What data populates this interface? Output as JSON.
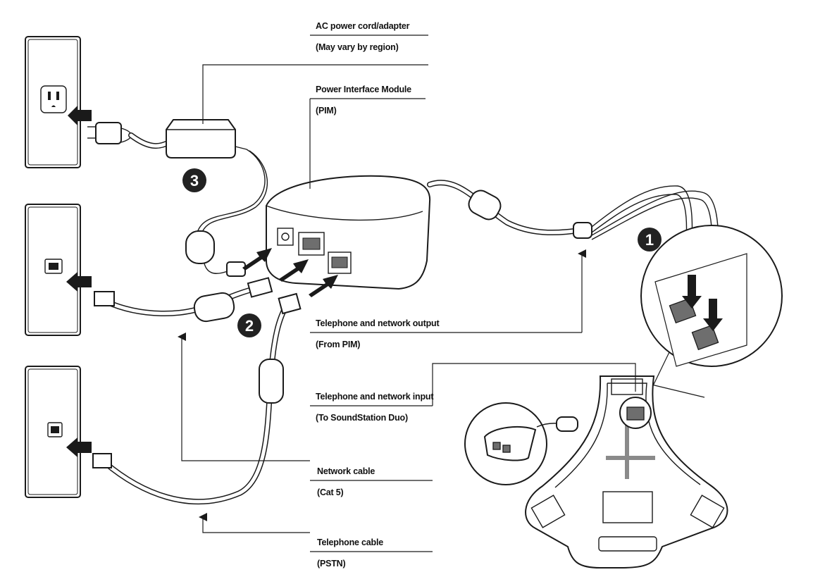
{
  "labels": {
    "ac_power_title": "AC power cord/adapter",
    "ac_power_sub": "(May vary by region)",
    "pim_title": "Power Interface Module",
    "pim_sub": "(PIM)",
    "output_title": "Telephone and network output",
    "output_sub": "(From PIM)",
    "input_title": "Telephone and network input",
    "input_sub": "(To SoundStation Duo)",
    "network_title": "Network cable",
    "network_sub": "(Cat 5)",
    "telephone_title": "Telephone cable",
    "telephone_sub": "(PSTN)"
  },
  "steps": {
    "one": "1",
    "two": "2",
    "three": "3"
  },
  "colors": {
    "line": "#1a1a1a",
    "badge": "#222222",
    "cable_core": "#ffffff",
    "shading": "#6e6e6e"
  },
  "icons": {
    "wall_outlet_power": "power-outlet-icon",
    "wall_jack_network": "ethernet-jack-icon",
    "wall_jack_phone": "phone-jack-icon",
    "push_arrow": "arrow-right-icon"
  }
}
